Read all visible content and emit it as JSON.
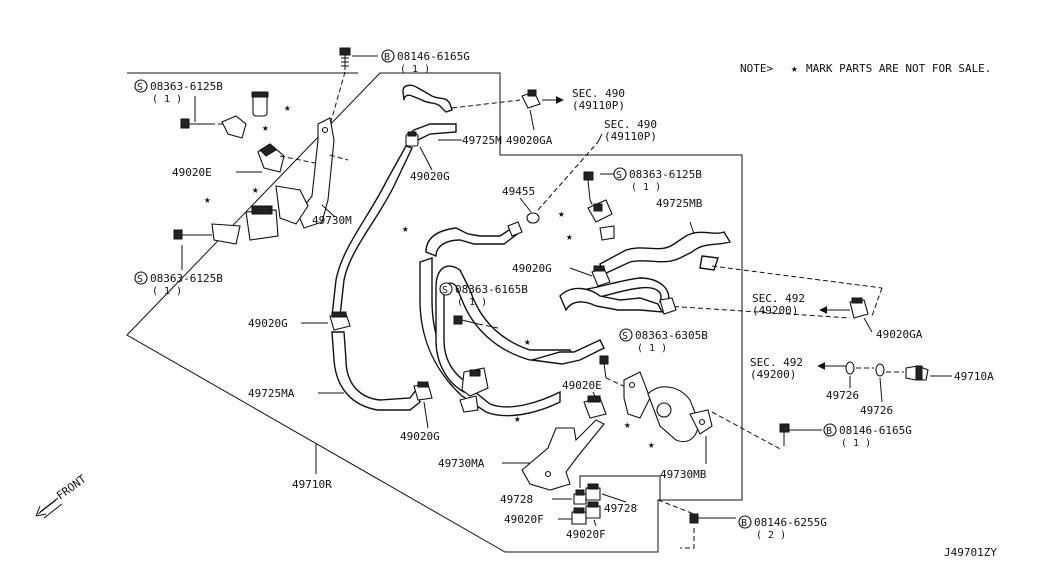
{
  "note": {
    "prefix": "NOTE>",
    "star": "★",
    "text": "MARK PARTS ARE NOT FOR SALE."
  },
  "diagram_id": "J49701ZY",
  "front_label": "FRONT",
  "sections": [
    {
      "id": "sec490a",
      "title": "SEC. 490",
      "sub": "(49110P)"
    },
    {
      "id": "sec490b",
      "title": "SEC. 490",
      "sub": "(49110P)"
    },
    {
      "id": "sec492a",
      "title": "SEC. 492",
      "sub": "(49200)"
    },
    {
      "id": "sec492b",
      "title": "SEC. 492",
      "sub": "(49200)"
    }
  ],
  "fasteners": [
    {
      "id": "b1",
      "circle": "B",
      "part": "08146-6165G",
      "qty": "( 1 )"
    },
    {
      "id": "s1",
      "circle": "S",
      "part": "08363-6125B",
      "qty": "( 1 )"
    },
    {
      "id": "s2",
      "circle": "S",
      "part": "08363-6125B",
      "qty": "( 1 )"
    },
    {
      "id": "s3",
      "circle": "S",
      "part": "08363-6125B",
      "qty": "( 1 )"
    },
    {
      "id": "s4",
      "circle": "S",
      "part": "08363-6165B",
      "qty": "( 1 )"
    },
    {
      "id": "s5",
      "circle": "S",
      "part": "08363-6305B",
      "qty": "( 1 )"
    },
    {
      "id": "b2",
      "circle": "B",
      "part": "08146-6165G",
      "qty": "( 1 )"
    },
    {
      "id": "b3",
      "circle": "B",
      "part": "08146-6255G",
      "qty": "( 2 )"
    }
  ],
  "labels": {
    "p49020GA_1": "49020GA",
    "p49725M": "49725M",
    "p49020G_1": "49020G",
    "p49020E_1": "49020E",
    "p49730M": "49730M",
    "p49455": "49455",
    "p49725MB": "49725MB",
    "p49020G_2": "49020G",
    "p49020GA_2": "49020GA",
    "p49020G_3": "49020G",
    "p49726_1": "49726",
    "p49726_2": "49726",
    "p49710A": "49710A",
    "p49725MA": "49725MA",
    "p49020E_2": "49020E",
    "p49020G_4": "49020G",
    "p49730MA": "49730MA",
    "p49730MB": "49730MB",
    "p49710R": "49710R",
    "p49728_1": "49728",
    "p49728_2": "49728",
    "p49020F_1": "49020F",
    "p49020F_2": "49020F"
  }
}
